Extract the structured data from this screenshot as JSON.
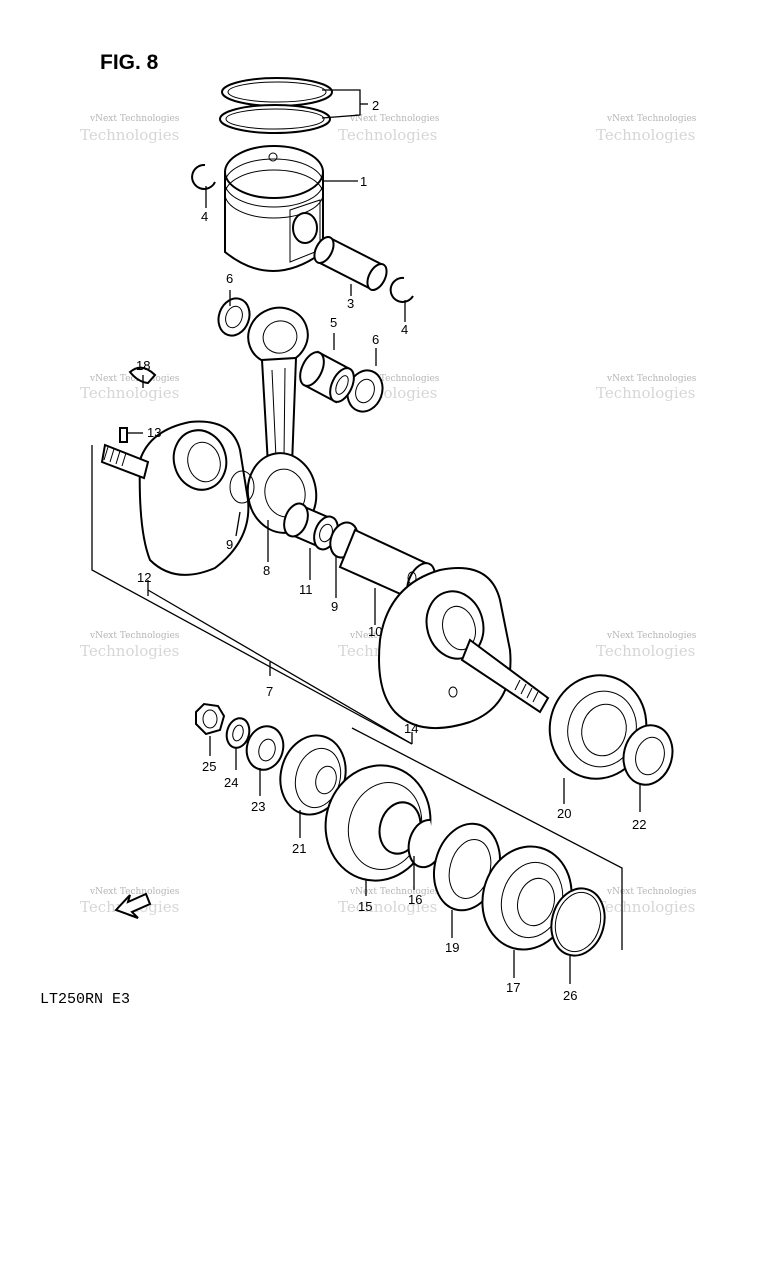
{
  "figure": {
    "title": "FIG. 8",
    "model": "LT250RN  E3"
  },
  "watermark": {
    "small": "vNext Technologies",
    "large": "Technologies"
  },
  "callouts": [
    "1",
    "2",
    "3",
    "4",
    "4",
    "5",
    "6",
    "6",
    "7",
    "8",
    "9",
    "9",
    "10",
    "11",
    "12",
    "13",
    "14",
    "15",
    "16",
    "17",
    "18",
    "19",
    "20",
    "21",
    "22",
    "23",
    "24",
    "25",
    "26"
  ],
  "colors": {
    "ink": "#000000",
    "paper": "#ffffff",
    "watermark": "#b5b5b5"
  },
  "icons": [
    "fwd-arrow-icon"
  ]
}
